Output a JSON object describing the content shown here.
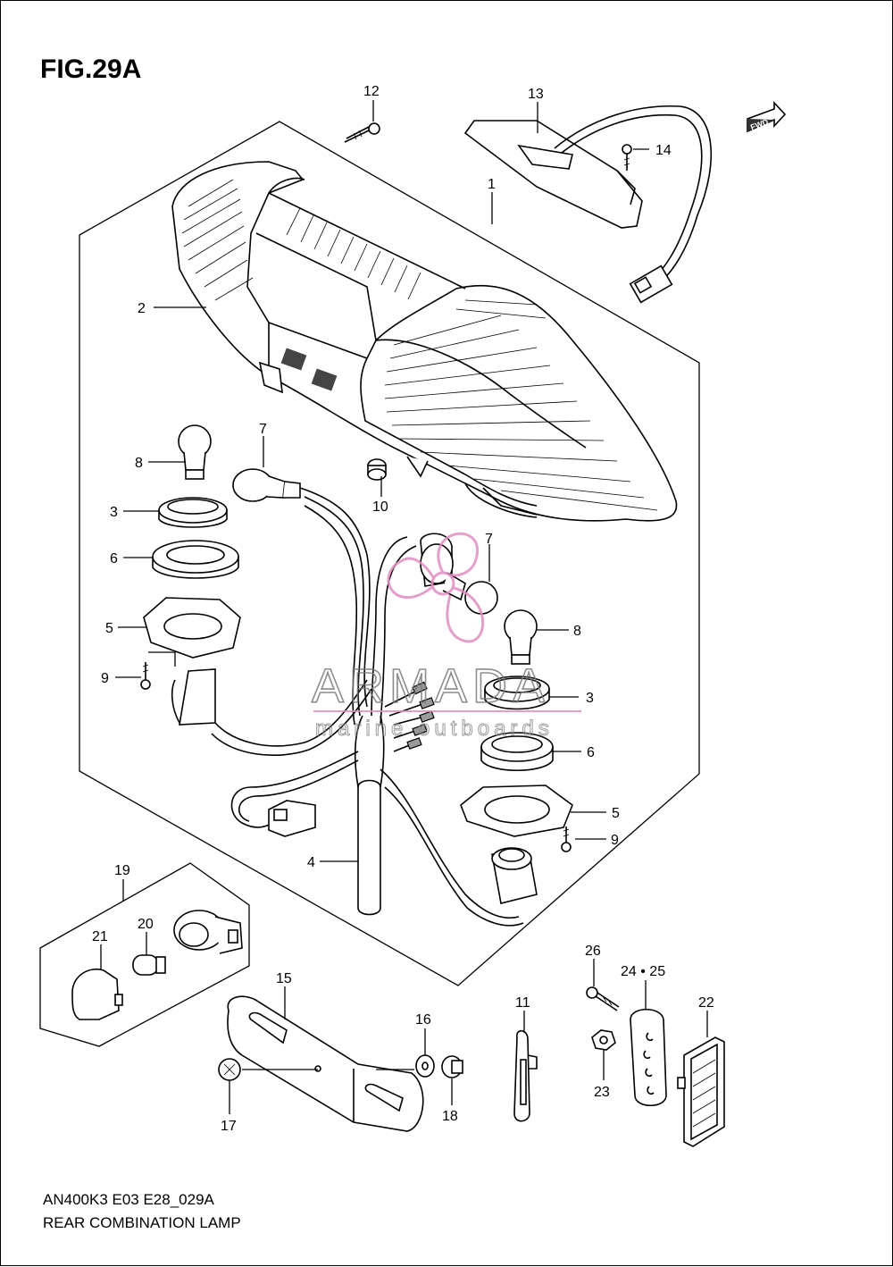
{
  "figure": {
    "title": "FIG.29A",
    "code": "AN400K3 E03 E28_029A",
    "name": "REAR COMBINATION LAMP"
  },
  "fwd_badge": "FWD",
  "watermark": {
    "brand": "ARMADA",
    "tagline": "marine outboards",
    "accent_color": "#e08ec0"
  },
  "callouts": {
    "c1": "1",
    "c2": "2",
    "c3a": "3",
    "c3b": "3",
    "c4": "4",
    "c5a": "5",
    "c5b": "5",
    "c6a": "6",
    "c6b": "6",
    "c7a": "7",
    "c7b": "7",
    "c8a": "8",
    "c8b": "8",
    "c9a": "9",
    "c9b": "9",
    "c10": "10",
    "c11": "11",
    "c12": "12",
    "c13": "13",
    "c14": "14",
    "c15": "15",
    "c16": "16",
    "c17": "17",
    "c18": "18",
    "c19": "19",
    "c20": "20",
    "c21": "21",
    "c22": "22",
    "c23": "23",
    "c2425": "24 • 25",
    "c26": "26"
  }
}
